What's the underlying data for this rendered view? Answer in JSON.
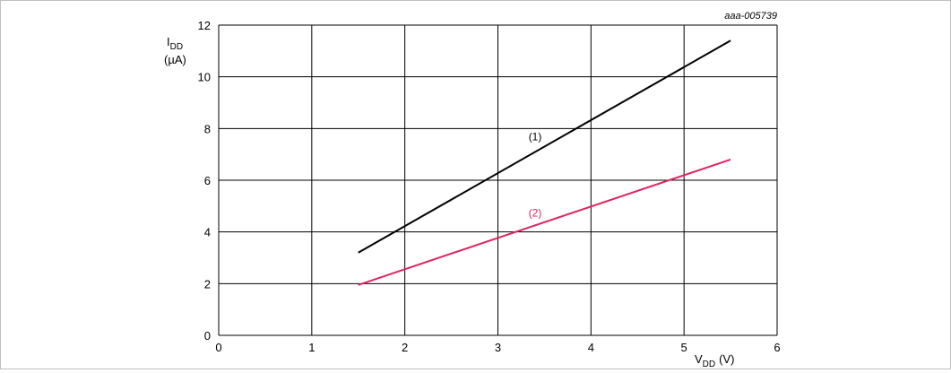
{
  "chart_data": {
    "type": "line",
    "figure_id": "aaa-005739",
    "ylabel": {
      "main": "I",
      "sub": "DD",
      "unit": "(µA)"
    },
    "xlabel": {
      "main": "V",
      "sub": "DD",
      "unit": "(V)"
    },
    "xlim": [
      0,
      6
    ],
    "ylim": [
      0,
      12
    ],
    "xticks": [
      "0",
      "1",
      "2",
      "3",
      "4",
      "5",
      "6"
    ],
    "yticks": [
      "0",
      "2",
      "4",
      "6",
      "8",
      "10",
      "12"
    ],
    "grid": true,
    "series": [
      {
        "label": "(1)",
        "color": "#000000",
        "x": [
          1.5,
          5.5
        ],
        "y": [
          3.2,
          11.4
        ],
        "label_at": [
          3.4,
          7.55
        ]
      },
      {
        "label": "(2)",
        "color": "#e0245e",
        "x": [
          1.5,
          5.5
        ],
        "y": [
          1.95,
          6.8
        ],
        "label_at": [
          3.4,
          4.6
        ]
      }
    ]
  }
}
